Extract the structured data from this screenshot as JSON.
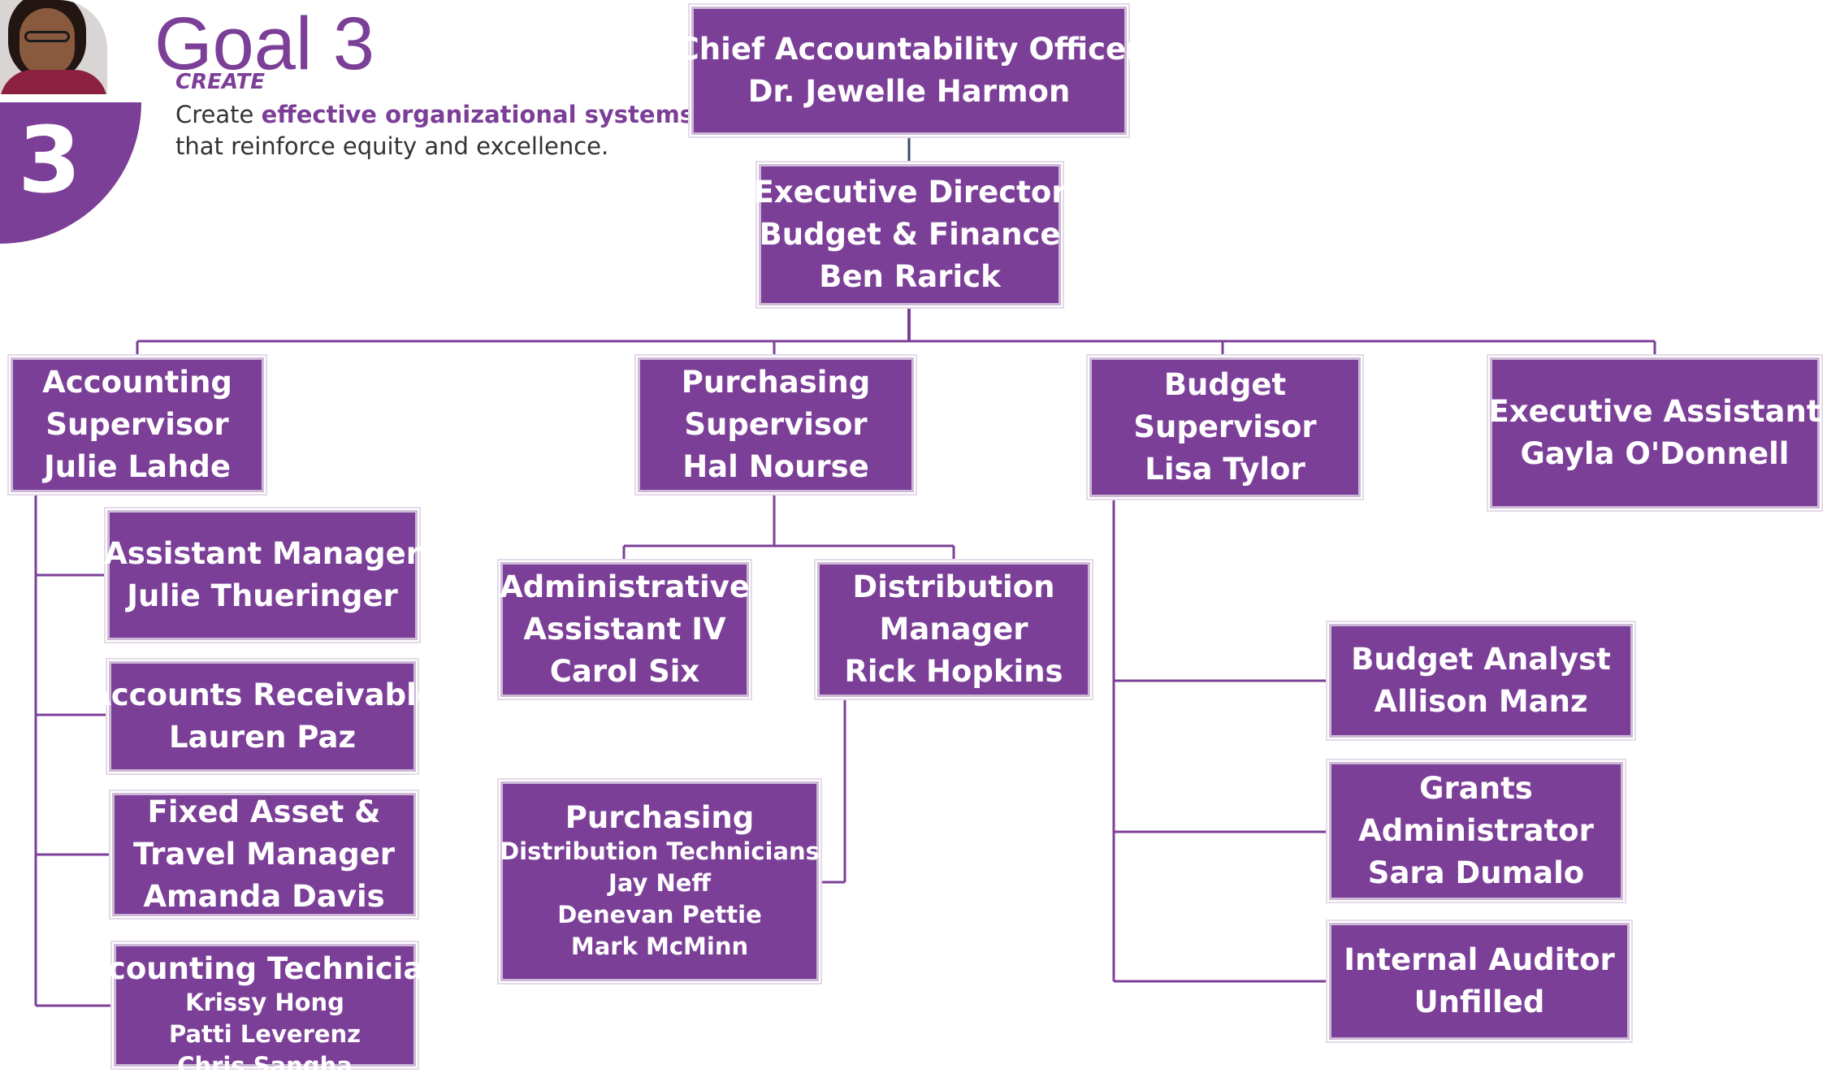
{
  "header": {
    "goal_title": "Goal 3",
    "goal_number": "3",
    "goal_subtitle": "CREATE",
    "desc_before": "Create ",
    "desc_highlight": "effective organizational systems",
    "desc_after": " that reinforce equity and excellence."
  },
  "colors": {
    "box_fill": "#7c3f98",
    "line": "#7c3f98",
    "text_light": "#ffffff"
  },
  "nodes": {
    "cao": [
      "Chief Accountability Officer",
      "Dr. Jewelle Harmon"
    ],
    "exec_dir": [
      "Executive Director",
      "Budget & Finance",
      "Ben Rarick"
    ],
    "accounting_sup": [
      "Accounting",
      "Supervisor",
      "Julie Lahde"
    ],
    "purchasing_sup": [
      "Purchasing",
      "Supervisor",
      "Hal Nourse"
    ],
    "budget_sup": [
      "Budget",
      "Supervisor",
      "Lisa Tylor"
    ],
    "exec_assistant": [
      "Executive Assistant",
      "Gayla O'Donnell"
    ],
    "asst_manager": [
      "Assistant Manager",
      "Julie Thueringer"
    ],
    "accounts_receivable": [
      "Accounts Receivable",
      "Lauren Paz"
    ],
    "fixed_asset": [
      "Fixed Asset &",
      "Travel Manager",
      "Amanda Davis"
    ],
    "accounting_techs": [
      "Accounting Technicians",
      "Krissy Hong",
      "Patti Leverenz",
      "Chris Sangha"
    ],
    "admin_asst": [
      "Administrative",
      "Assistant IV",
      "Carol Six"
    ],
    "dist_manager": [
      "Distribution",
      "Manager",
      "Rick Hopkins"
    ],
    "purch_techs": [
      "Purchasing",
      "Distribution Technicians",
      "Jay Neff",
      "Denevan Pettie",
      "Mark McMinn"
    ],
    "budget_analyst": [
      "Budget Analyst",
      "Allison Manz"
    ],
    "grants_admin": [
      "Grants",
      "Administrator",
      "Sara Dumalo"
    ],
    "internal_auditor": [
      "Internal Auditor",
      "Unfilled"
    ]
  }
}
